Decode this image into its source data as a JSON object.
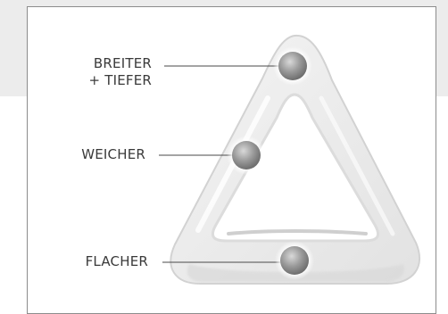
{
  "labels": {
    "breiter_line1": "BREITER",
    "breiter_line2": "+ TIEFER",
    "weicher": "WEICHER",
    "flacher": "FLACHER"
  },
  "colors": {
    "background_band": "#ececec",
    "frame_border": "#8c8c8c",
    "label_text": "#3a3a3a",
    "leader_line": "#4a4a4a",
    "marker": "#8f8f8f"
  }
}
